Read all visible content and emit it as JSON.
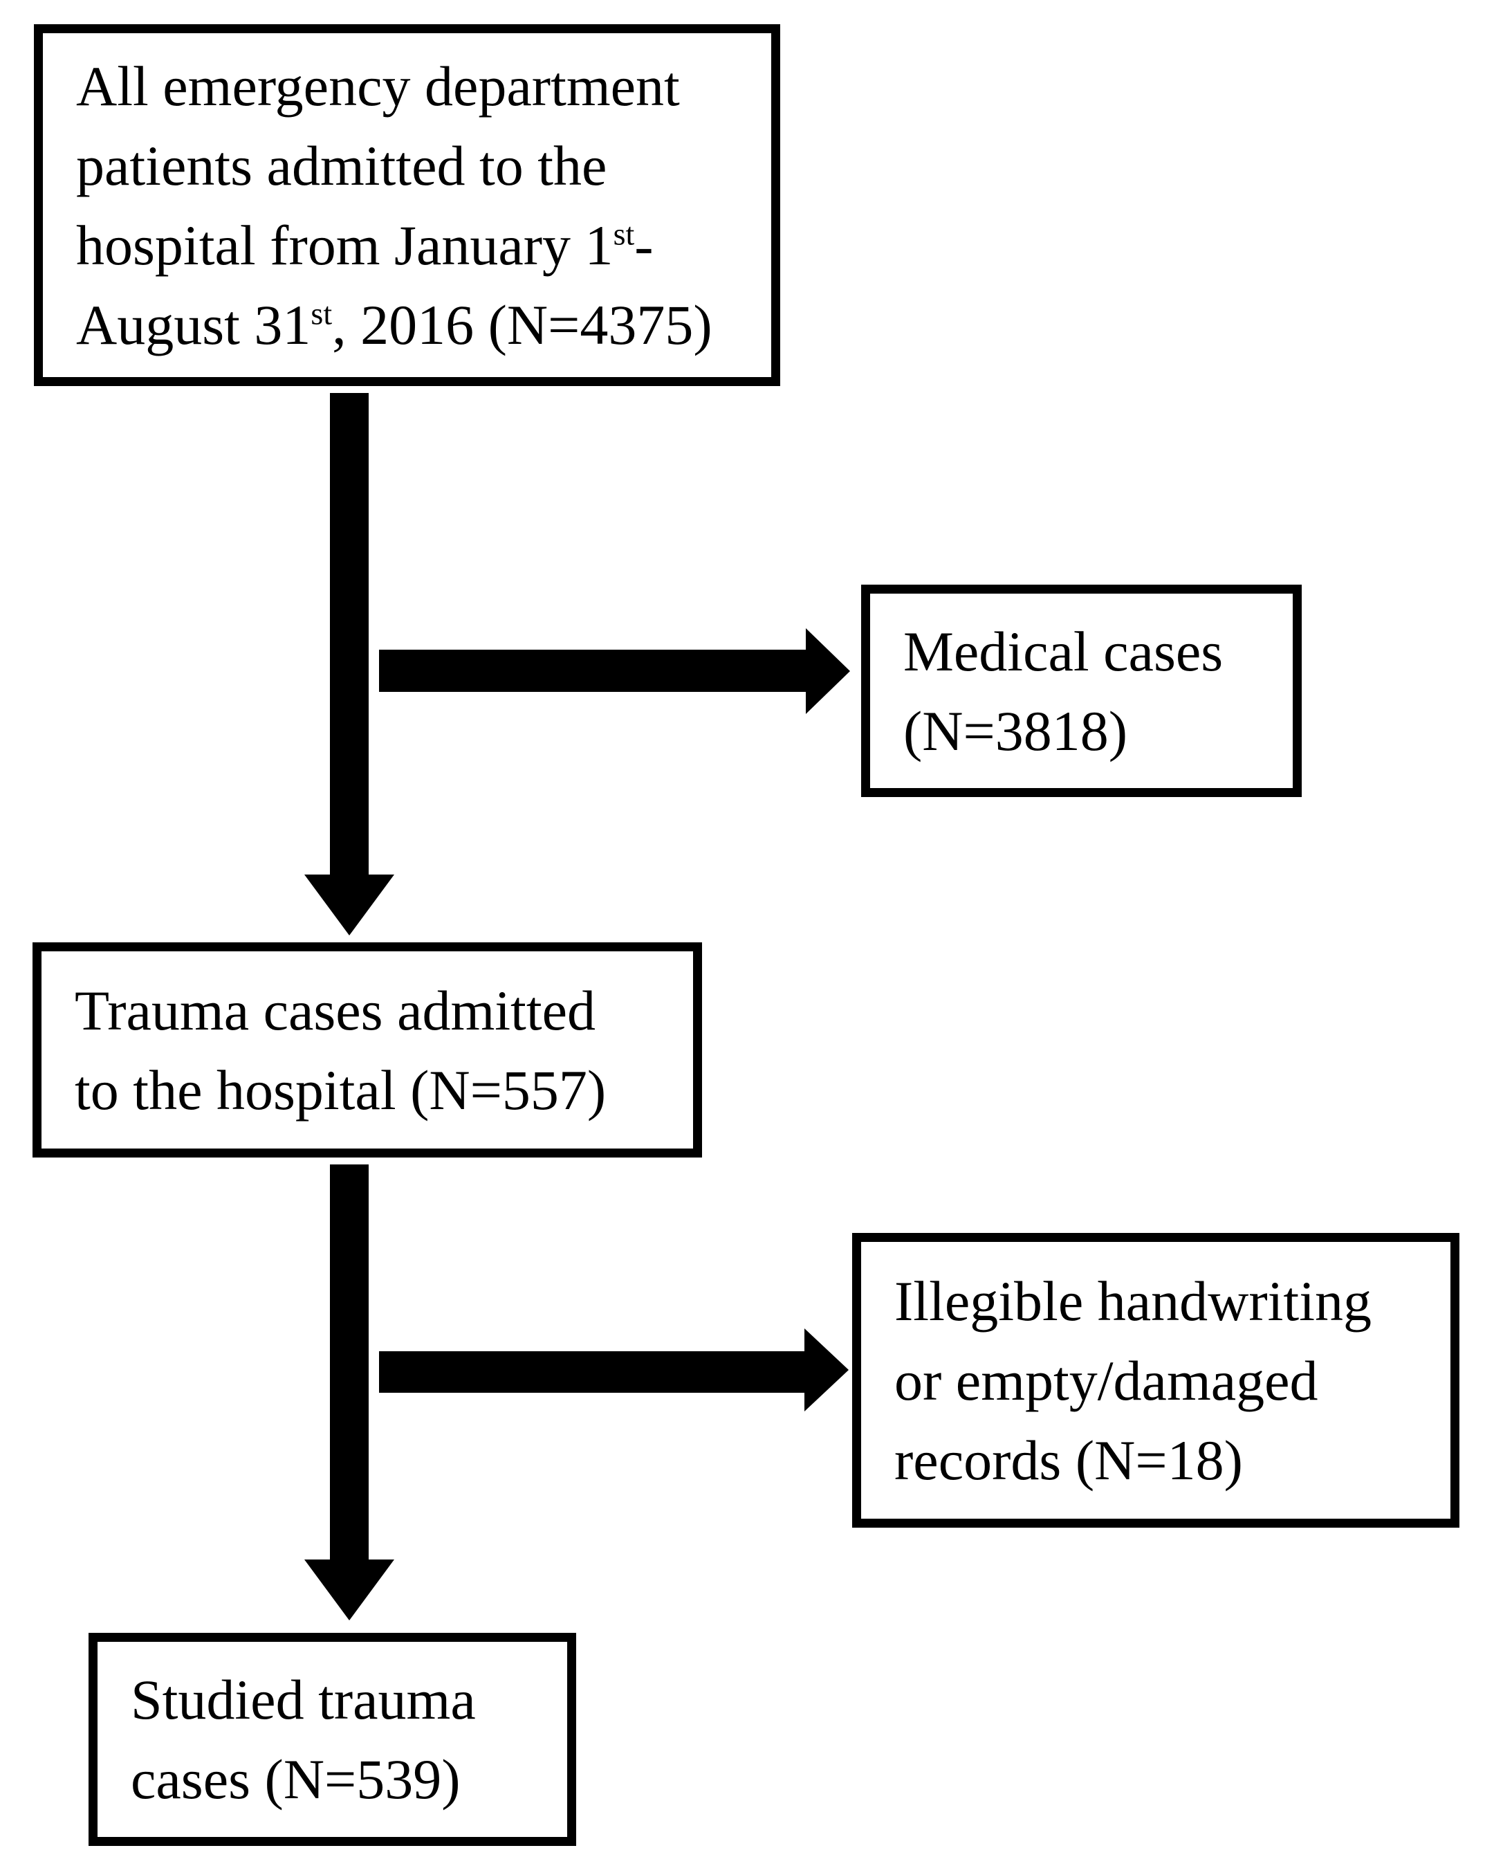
{
  "figure": {
    "type": "flowchart",
    "background_color": "#ffffff",
    "line_color": "#000000",
    "text_color": "#000000",
    "boxes": [
      {
        "id": "box-ed",
        "role": "start",
        "lines": [
          [
            {
              "t": "All emergency department"
            }
          ],
          [
            {
              "t": "patients admitted to the"
            }
          ],
          [
            {
              "t": "hospital from January 1"
            },
            {
              "t": "st",
              "sup": true
            },
            {
              "t": "-"
            }
          ],
          [
            {
              "t": "August 31"
            },
            {
              "t": "st",
              "sup": true
            },
            {
              "t": ", 2016 (N=4375)"
            }
          ]
        ],
        "n": 4375
      },
      {
        "id": "box-medical",
        "role": "excluded",
        "lines": [
          [
            {
              "t": "Medical cases"
            }
          ],
          [
            {
              "t": "(N=3818)"
            }
          ]
        ],
        "n": 3818
      },
      {
        "id": "box-trauma",
        "role": "intermediate",
        "lines": [
          [
            {
              "t": "Trauma cases admitted"
            }
          ],
          [
            {
              "t": "to the hospital (N=557)"
            }
          ]
        ],
        "n": 557
      },
      {
        "id": "box-illegible",
        "role": "excluded",
        "lines": [
          [
            {
              "t": "Illegible handwriting"
            }
          ],
          [
            {
              "t": "or empty/damaged"
            }
          ],
          [
            {
              "t": "records (N=18)"
            }
          ]
        ],
        "n": 18
      },
      {
        "id": "box-studied",
        "role": "end",
        "lines": [
          [
            {
              "t": "Studied trauma"
            }
          ],
          [
            {
              "t": "cases (N=539)"
            }
          ]
        ],
        "n": 539
      }
    ],
    "arrows": [
      {
        "id": "arrow-ed-to-trauma",
        "from": "box-ed",
        "to": "box-trauma",
        "direction": "down"
      },
      {
        "id": "arrow-branch-to-medical",
        "from": "arrow-ed-to-trauma",
        "to": "box-medical",
        "direction": "right"
      },
      {
        "id": "arrow-trauma-to-studied",
        "from": "box-trauma",
        "to": "box-studied",
        "direction": "down"
      },
      {
        "id": "arrow-branch-to-illegible",
        "from": "arrow-trauma-to-studied",
        "to": "box-illegible",
        "direction": "right"
      }
    ]
  }
}
